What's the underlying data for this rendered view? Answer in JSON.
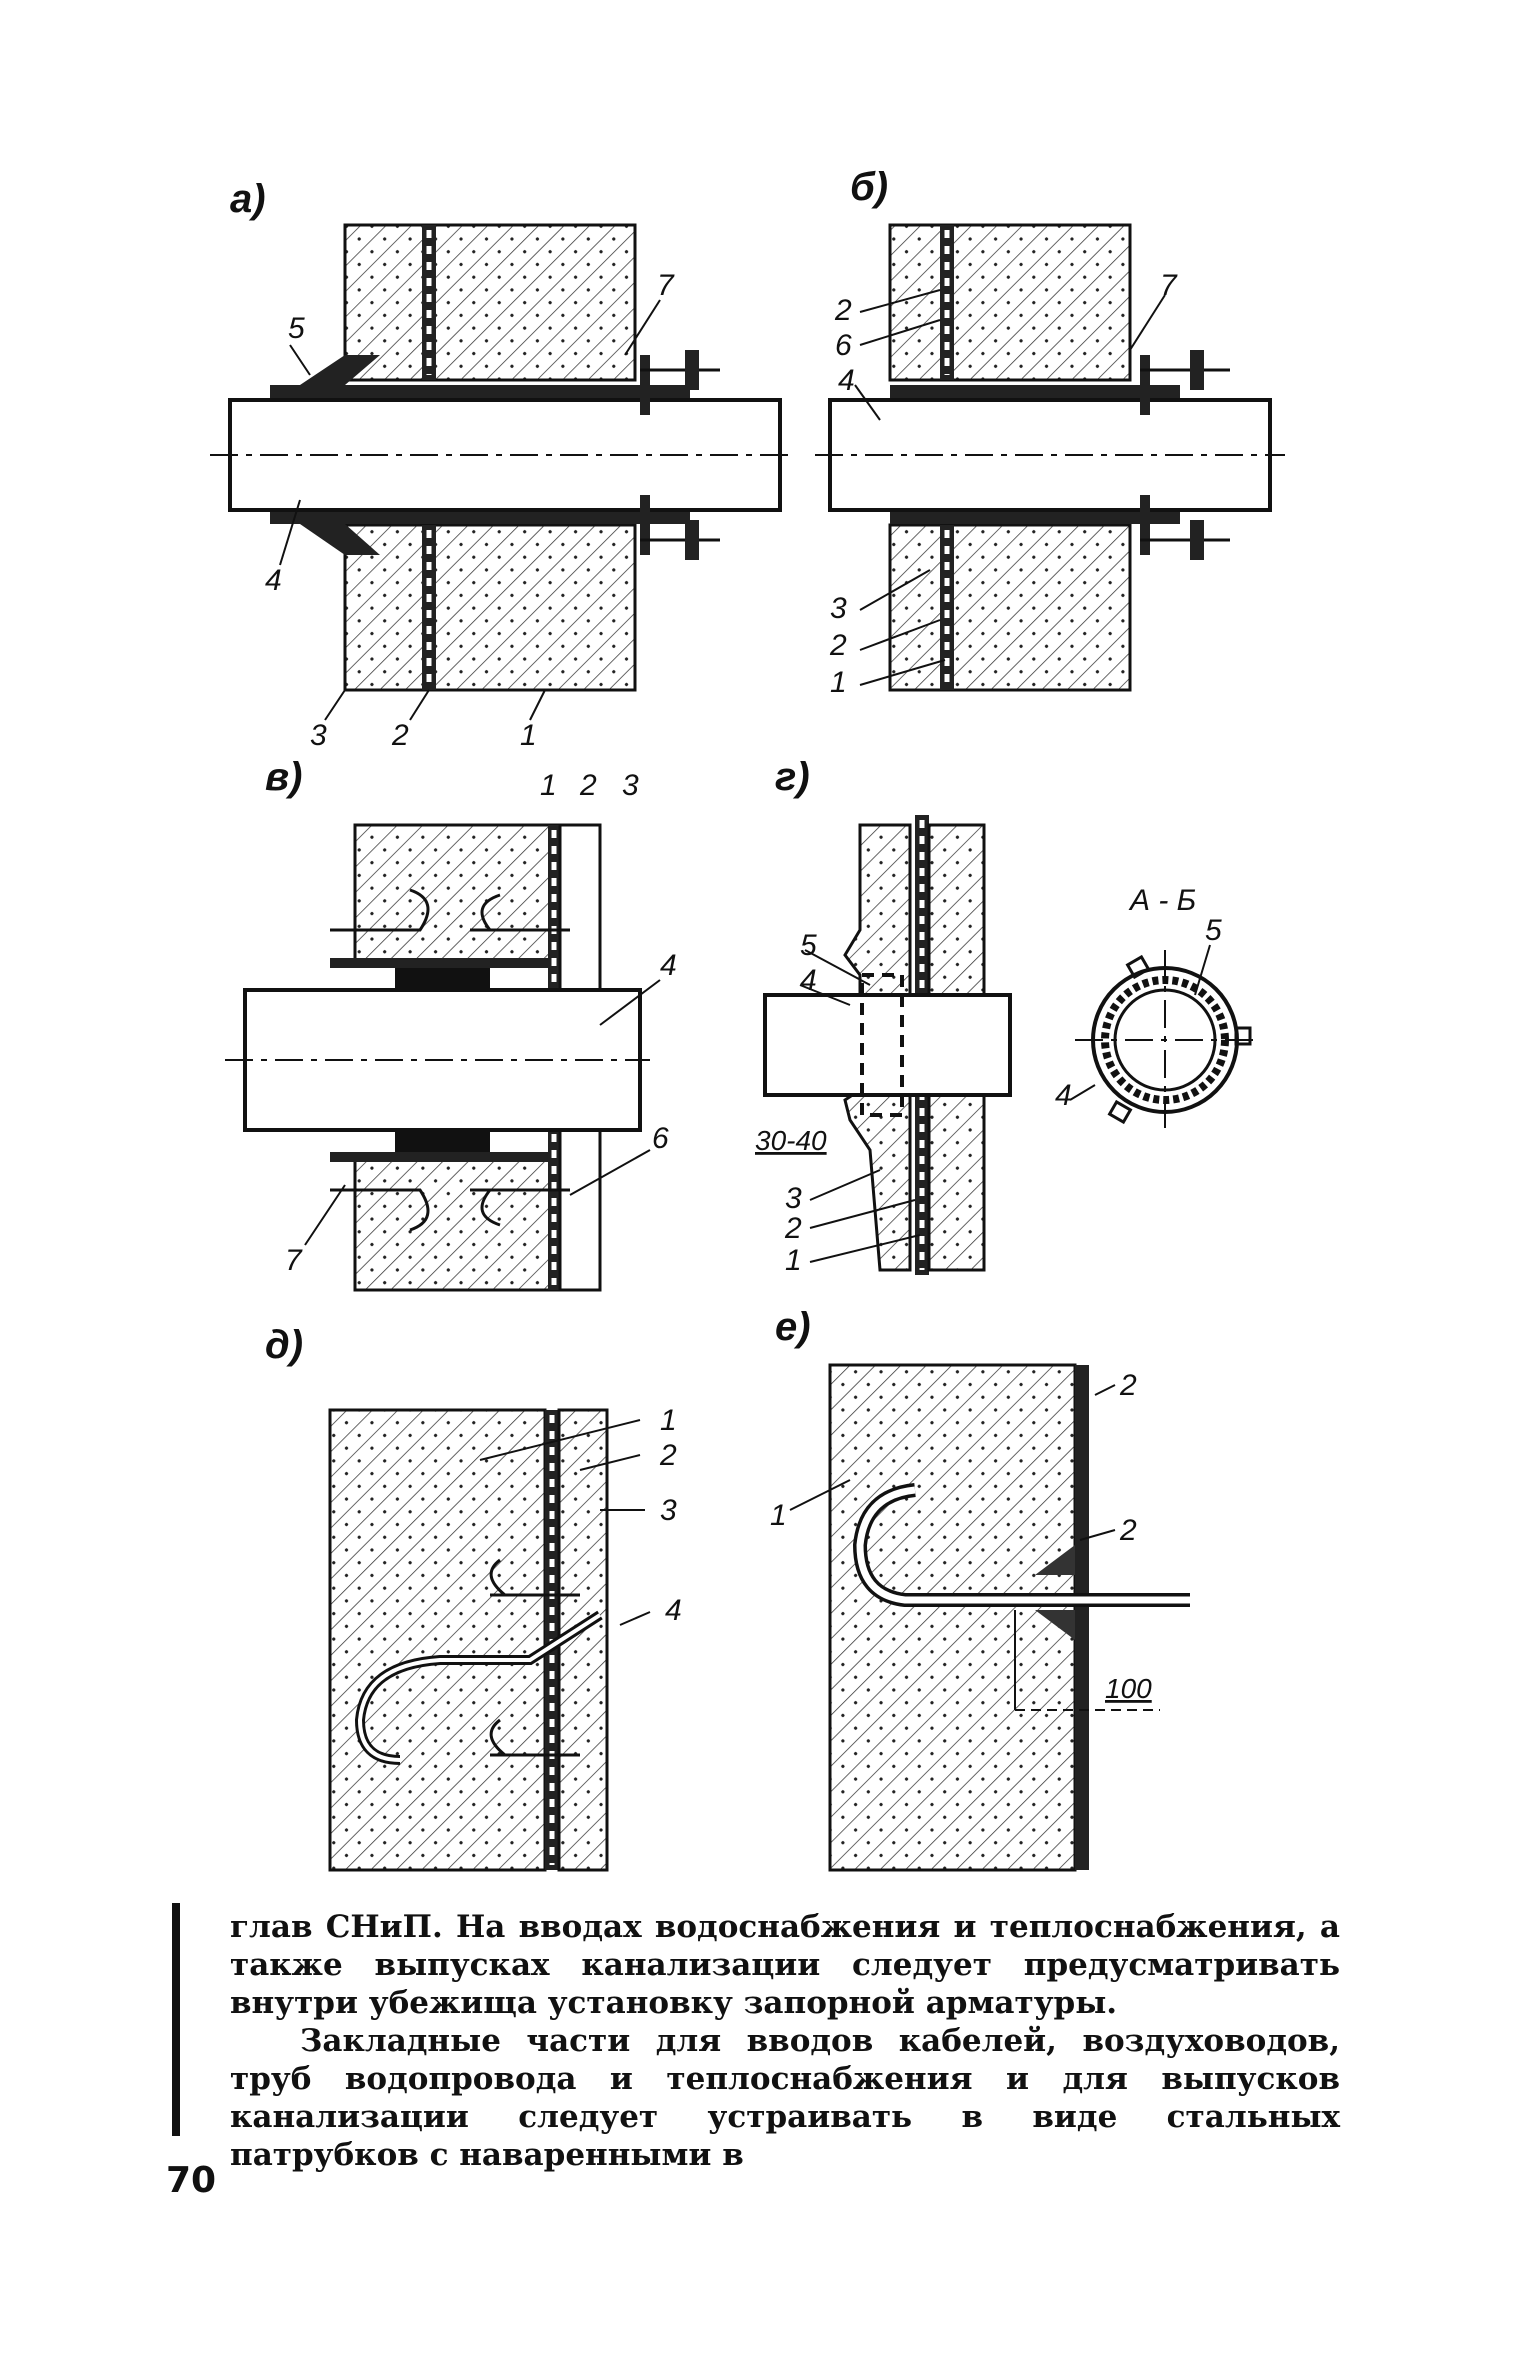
{
  "figure": {
    "panels": [
      {
        "id": "a",
        "title": "а)",
        "callouts": [
          "5",
          "7",
          "4",
          "3",
          "2",
          "1"
        ]
      },
      {
        "id": "b",
        "title": "б)",
        "callouts": [
          "2",
          "6",
          "7",
          "4",
          "3",
          "2",
          "1"
        ]
      },
      {
        "id": "v",
        "title": "в)",
        "callouts": [
          "1",
          "2",
          "3",
          "4",
          "6",
          "7"
        ]
      },
      {
        "id": "g",
        "title": "г)",
        "callouts": [
          "5",
          "4",
          "3",
          "2",
          "1"
        ],
        "dimension": "30-40",
        "section_label": "А - Б",
        "section_callouts": [
          "5",
          "4"
        ]
      },
      {
        "id": "d",
        "title": "д)",
        "callouts": [
          "1",
          "2",
          "3",
          "4"
        ]
      },
      {
        "id": "e",
        "title": "е)",
        "callouts": [
          "2",
          "1",
          "2"
        ],
        "dimension": "100"
      }
    ]
  },
  "text": {
    "paragraph1": "глав СНиП. На вводах водоснабжения и теплоснабжения, а также выпусках канализации следует предусматривать внутри убежища установку запорной арматуры.",
    "paragraph2": "Закладные части для вводов кабелей, воздуховодов, труб водопровода и теплоснабжения и для выпусков канализации следует устраивать в виде стальных патрубков с наваренными в"
  },
  "page_number": "70"
}
